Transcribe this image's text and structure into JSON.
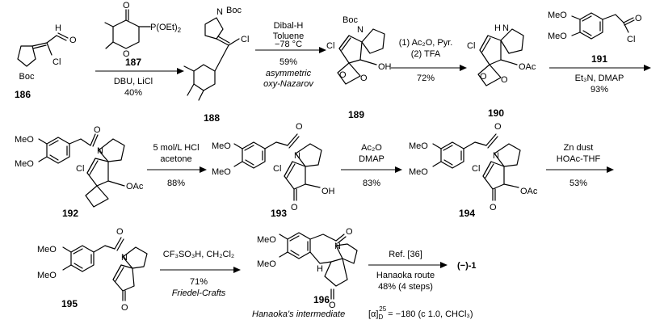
{
  "compounds": {
    "c186": {
      "number": "186",
      "groups": {
        "boc": "Boc",
        "cl": "Cl",
        "cho_h": "H",
        "cho_o": "O"
      }
    },
    "c187": {
      "number": "187",
      "groups": {
        "phos": "P(OEt)",
        "phos_sub": "2",
        "o_top": "O",
        "o_ring": "O"
      }
    },
    "c188": {
      "number": "188",
      "groups": {
        "boc": "Boc",
        "n": "N",
        "cl": "Cl"
      }
    },
    "c189": {
      "number": "189",
      "groups": {
        "boc": "Boc",
        "n": "N",
        "cl": "Cl",
        "oh": "OH",
        "o1": "O",
        "o2": "O"
      }
    },
    "c190": {
      "number": "190",
      "groups": {
        "nh": "H",
        "n": "N",
        "cl": "Cl",
        "oac": "OAc",
        "o1": "O",
        "o2": "O"
      }
    },
    "c191": {
      "number": "191",
      "groups": {
        "meo1": "MeO",
        "meo2": "MeO",
        "o": "O",
        "cl": "Cl"
      }
    },
    "c192": {
      "number": "192",
      "groups": {
        "meo1": "MeO",
        "meo2": "MeO",
        "n": "N",
        "cl": "Cl",
        "oac": "OAc",
        "o": "O"
      }
    },
    "c193": {
      "number": "193",
      "groups": {
        "meo1": "MeO",
        "meo2": "MeO",
        "n": "N",
        "cl": "Cl",
        "oh": "OH",
        "o": "O"
      }
    },
    "c194": {
      "number": "194",
      "groups": {
        "meo1": "MeO",
        "meo2": "MeO",
        "n": "N",
        "cl": "Cl",
        "oac": "OAc",
        "o": "O"
      }
    },
    "c195": {
      "number": "195",
      "groups": {
        "meo1": "MeO",
        "meo2": "MeO",
        "n": "N",
        "o": "O"
      }
    },
    "c196": {
      "number": "196",
      "groups": {
        "meo1": "MeO",
        "meo2": "MeO",
        "n": "N",
        "h": "H",
        "o": "O"
      },
      "caption": "Hanaoka's intermediate"
    }
  },
  "steps": [
    {
      "reagent_label": "187",
      "conditions": [
        "DBU, LiCl",
        "40%"
      ]
    },
    {
      "conditions": [
        "Dibal-H",
        "Toluene",
        "−78 °C",
        "59%",
        "asymmetric",
        "oxy-Nazarov"
      ]
    },
    {
      "conditions": [
        "(1) Ac₂O, Pyr.",
        "(2) TFA",
        "72%"
      ]
    },
    {
      "reagent_label": "191",
      "conditions": [
        "Et₃N, DMAP",
        "93%"
      ]
    },
    {
      "conditions": [
        "5 mol/L HCl",
        "acetone",
        "88%"
      ]
    },
    {
      "conditions": [
        "Ac₂O",
        "DMAP",
        "83%"
      ]
    },
    {
      "conditions": [
        "Zn dust",
        "HOAc-THF",
        "53%"
      ]
    },
    {
      "conditions": [
        "CF₃SO₃H, CH₂Cl₂",
        "71%",
        "Friedel-Crafts"
      ]
    },
    {
      "conditions": [
        "Ref. [36]",
        "Hanaoka route",
        "48% (4 steps)"
      ]
    }
  ],
  "product": "(−)-1",
  "rotation": {
    "alpha": "[α]",
    "sub": "D",
    "sup": "25",
    "value": "= −180 (c 1.0, CHCl₃)"
  }
}
